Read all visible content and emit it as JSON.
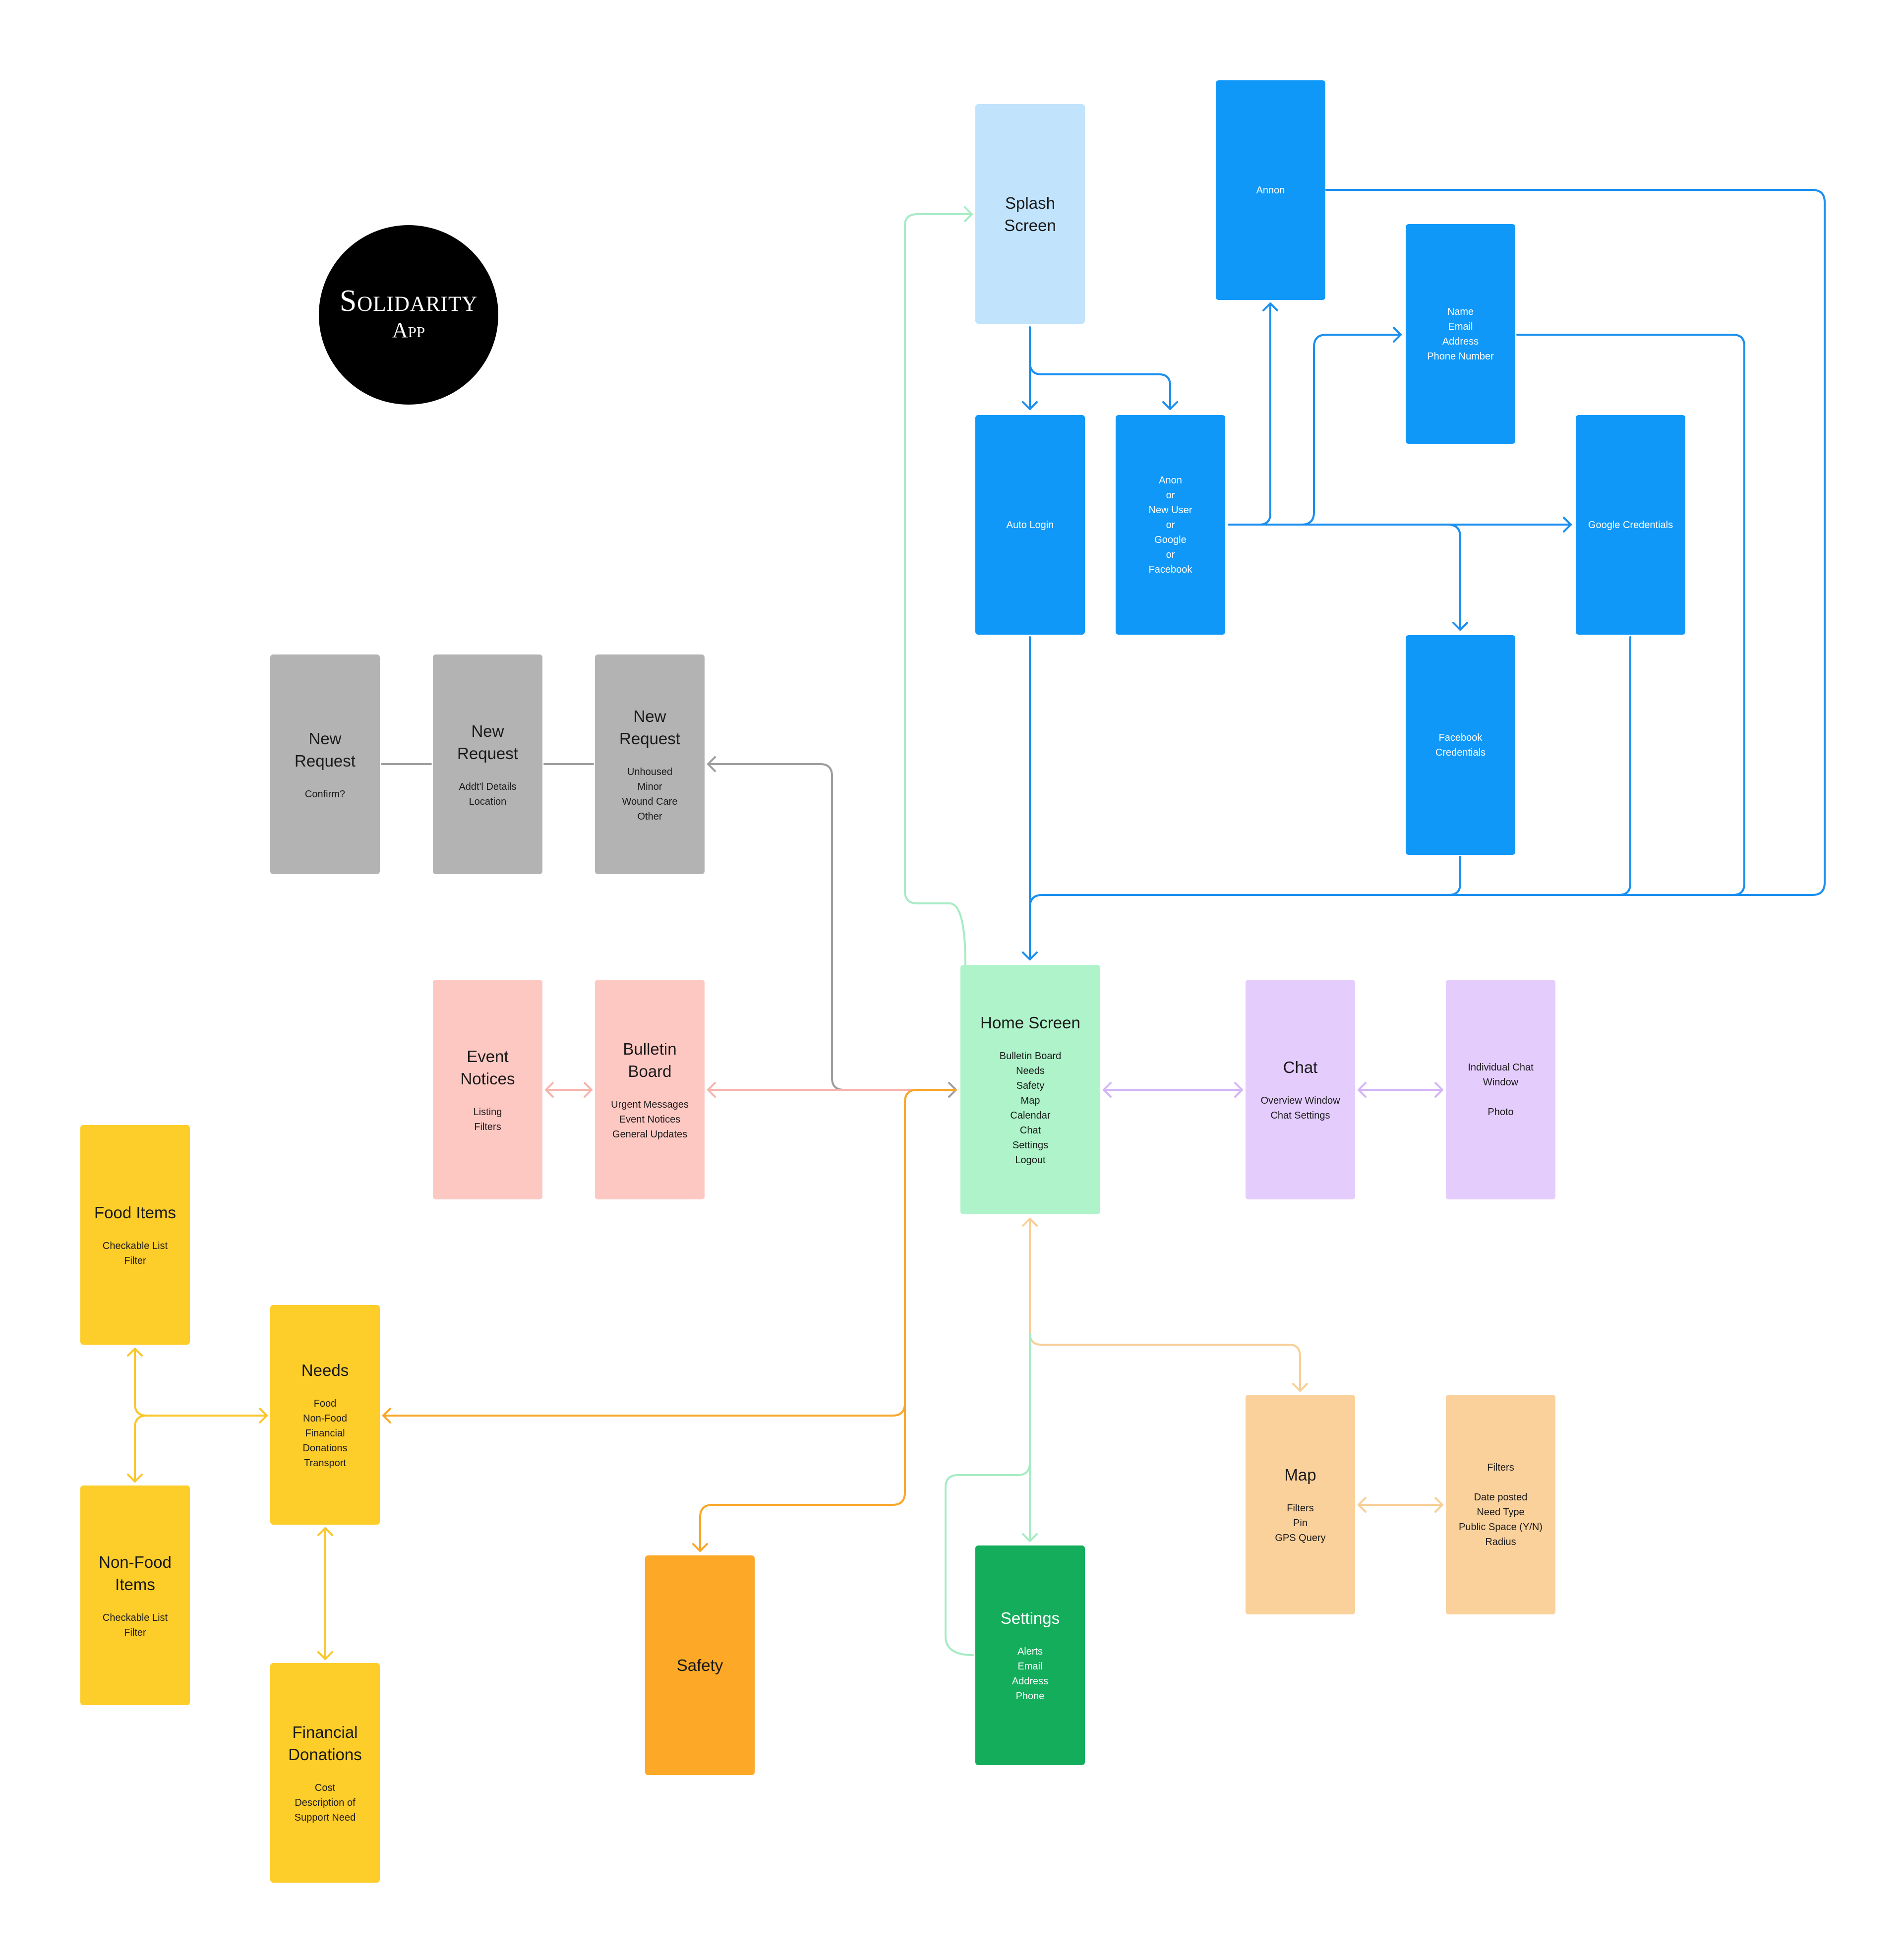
{
  "logo": {
    "line1": "Solidarity",
    "line2": "App"
  },
  "colors": {
    "blue": "#1098f9",
    "blue_light": "#c1e3fc",
    "gray": "#b3b3b3",
    "pink": "#fec8c2",
    "mint": "#aef3c9",
    "lavender": "#e4ccfd",
    "yellow": "#fdcd2a",
    "orange": "#fda826",
    "green": "#14ad5b",
    "peach": "#fbd19b"
  },
  "nodes": {
    "splash": {
      "title": [
        "Splash",
        "Screen"
      ],
      "sub": []
    },
    "annon": {
      "title": [],
      "sub": [
        "Annon"
      ]
    },
    "name_email": {
      "title": [],
      "sub": [
        "Name",
        "Email",
        "Address",
        "Phone Number"
      ]
    },
    "auto_login": {
      "title": [],
      "sub": [
        "Auto Login"
      ]
    },
    "new_user": {
      "title": [],
      "sub": [
        "Anon",
        "or",
        "New User",
        "or",
        "Google",
        "or",
        "Facebook"
      ]
    },
    "google": {
      "title": [],
      "sub": [
        "Google Credentials"
      ]
    },
    "facebook": {
      "title": [],
      "sub": [
        "Facebook",
        "Credentials"
      ]
    },
    "new_request_1": {
      "title": [
        "New",
        "Request"
      ],
      "sub": [
        "Confirm?"
      ]
    },
    "new_request_2": {
      "title": [
        "New",
        "Request"
      ],
      "sub": [
        "Addt'l Details",
        "Location"
      ]
    },
    "new_request_3": {
      "title": [
        "New",
        "Request"
      ],
      "sub": [
        "Unhoused",
        "Minor",
        "Wound Care",
        "Other"
      ]
    },
    "event_notices": {
      "title": [
        "Event",
        "Notices"
      ],
      "sub": [
        "Listing",
        "Filters"
      ]
    },
    "bulletin_board": {
      "title": [
        "Bulletin",
        "Board"
      ],
      "sub": [
        "Urgent Messages",
        "Event Notices",
        "General Updates"
      ]
    },
    "home": {
      "title": [
        "Home Screen"
      ],
      "sub": [
        "Bulletin Board",
        "Needs",
        "Safety",
        "Map",
        "Calendar",
        "Chat",
        "Settings",
        "Logout"
      ]
    },
    "chat": {
      "title": [
        "Chat"
      ],
      "sub": [
        "Overview Window",
        "Chat Settings"
      ]
    },
    "individual_chat": {
      "title": [],
      "sub": [
        "Individual Chat",
        "Window",
        "",
        "Photo"
      ]
    },
    "food_items": {
      "title": [
        "Food Items"
      ],
      "sub": [
        "Checkable List",
        "Filter"
      ]
    },
    "needs": {
      "title": [
        "Needs"
      ],
      "sub": [
        "Food",
        "Non-Food",
        "Financial",
        "Donations",
        "Transport"
      ]
    },
    "non_food": {
      "title": [
        "Non-Food",
        "Items"
      ],
      "sub": [
        "Checkable List",
        "Filter"
      ]
    },
    "financial": {
      "title": [
        "Financial",
        "Donations"
      ],
      "sub": [
        "Cost",
        "Description of",
        "Support Need"
      ]
    },
    "safety": {
      "title": [
        "Safety"
      ],
      "sub": []
    },
    "settings": {
      "title": [
        "Settings"
      ],
      "sub": [
        "Alerts",
        "Email",
        "Address",
        "Phone"
      ]
    },
    "map": {
      "title": [
        "Map"
      ],
      "sub": [
        "Filters",
        "Pin",
        "GPS Query"
      ]
    },
    "filters": {
      "title": [],
      "sub": [
        "Filters",
        "",
        "Date posted",
        "Need Type",
        "Public Space (Y/N)",
        "Radius"
      ]
    }
  }
}
